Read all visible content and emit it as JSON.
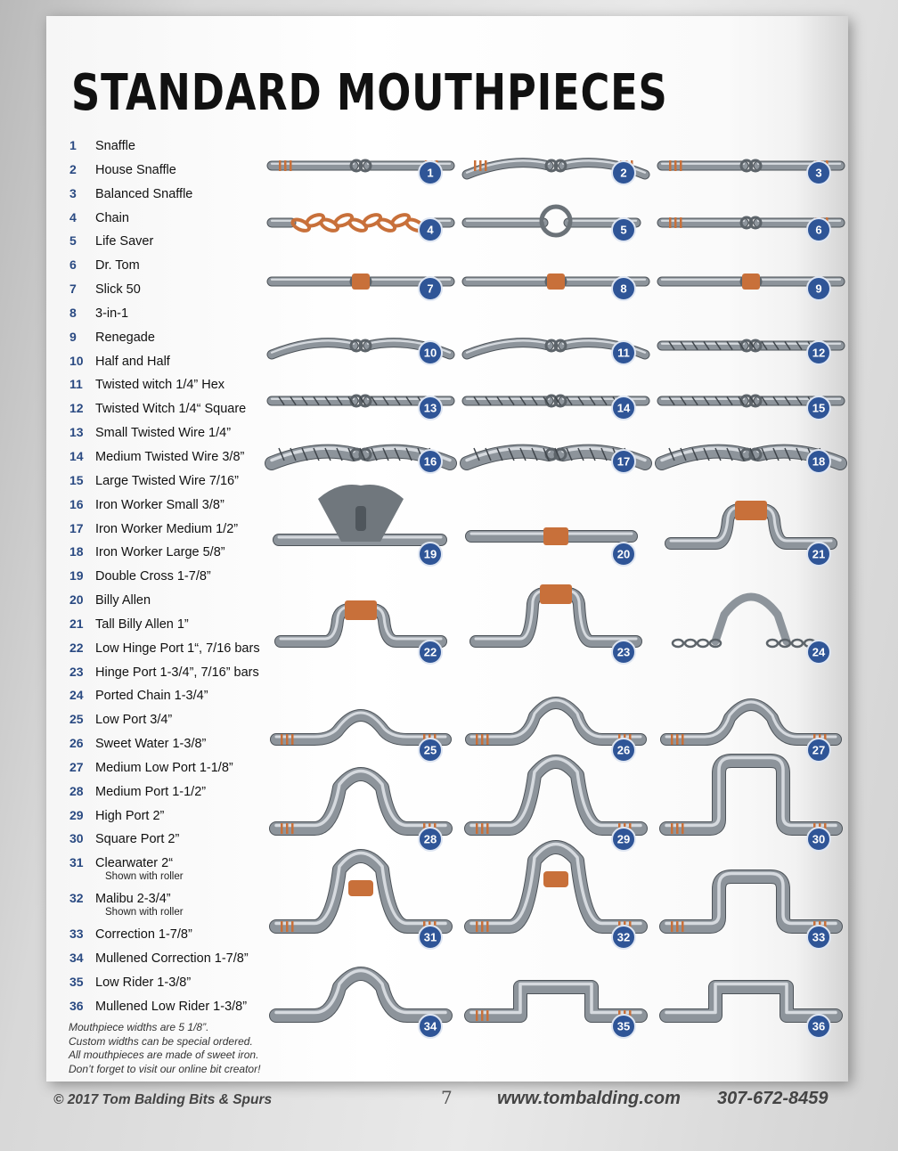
{
  "title": "STANDARD MOUTHPIECES",
  "mouthpieces": [
    {
      "num": "1",
      "name": "Snaffle"
    },
    {
      "num": "2",
      "name": "House Snaffle"
    },
    {
      "num": "3",
      "name": "Balanced Snaffle"
    },
    {
      "num": "4",
      "name": "Chain"
    },
    {
      "num": "5",
      "name": "Life Saver"
    },
    {
      "num": "6",
      "name": "Dr. Tom"
    },
    {
      "num": "7",
      "name": "Slick 50"
    },
    {
      "num": "8",
      "name": "3-in-1"
    },
    {
      "num": "9",
      "name": "Renegade"
    },
    {
      "num": "10",
      "name": "Half and Half"
    },
    {
      "num": "11",
      "name": "Twisted witch 1/4” Hex"
    },
    {
      "num": "12",
      "name": "Twisted Witch 1/4“ Square"
    },
    {
      "num": "13",
      "name": "Small Twisted Wire 1/4”"
    },
    {
      "num": "14",
      "name": "Medium Twisted Wire 3/8”"
    },
    {
      "num": "15",
      "name": "Large Twisted Wire 7/16”"
    },
    {
      "num": "16",
      "name": "Iron Worker Small 3/8”"
    },
    {
      "num": "17",
      "name": "Iron Worker Medium 1/2”"
    },
    {
      "num": "18",
      "name": "Iron Worker Large 5/8”"
    },
    {
      "num": "19",
      "name": "Double Cross 1-7/8”"
    },
    {
      "num": "20",
      "name": "Billy Allen"
    },
    {
      "num": "21",
      "name": "Tall Billy Allen 1”"
    },
    {
      "num": "22",
      "name": "Low Hinge Port 1“, 7/16 bars"
    },
    {
      "num": "23",
      "name": "Hinge Port 1-3/4”, 7/16” bars"
    },
    {
      "num": "24",
      "name": "Ported Chain 1-3/4”"
    },
    {
      "num": "25",
      "name": "Low Port 3/4”"
    },
    {
      "num": "26",
      "name": "Sweet Water 1-3/8”"
    },
    {
      "num": "27",
      "name": "Medium Low Port 1-1/8”"
    },
    {
      "num": "28",
      "name": "Medium Port 1-1/2”"
    },
    {
      "num": "29",
      "name": "High Port 2”"
    },
    {
      "num": "30",
      "name": "Square Port 2”"
    },
    {
      "num": "31",
      "name": "Clearwater 2“",
      "note": "Shown with roller"
    },
    {
      "num": "32",
      "name": "Malibu 2-3/4”",
      "note": "Shown with roller"
    },
    {
      "num": "33",
      "name": "Correction 1-7/8”"
    },
    {
      "num": "34",
      "name": "Mullened Correction 1-7/8”"
    },
    {
      "num": "35",
      "name": "Low Rider 1-3/8”"
    },
    {
      "num": "36",
      "name": "Mullened Low Rider 1-3/8”"
    }
  ],
  "footnote": [
    "Mouthpiece widths are 5 1/8”.",
    "Custom widths can be special ordered.",
    "All mouthpieces are made of sweet iron.",
    "Don’t forget to visit our online bit creator!"
  ],
  "footer": {
    "copyright": "© 2017 Tom Balding Bits & Spurs",
    "page_number": "7",
    "website": "www.tombalding.com",
    "phone": "307-672-8459"
  },
  "colors": {
    "badge": "#2f5597",
    "steel": "#8d949b",
    "copper": "#c8703a",
    "number_text": "#2a4a82"
  }
}
